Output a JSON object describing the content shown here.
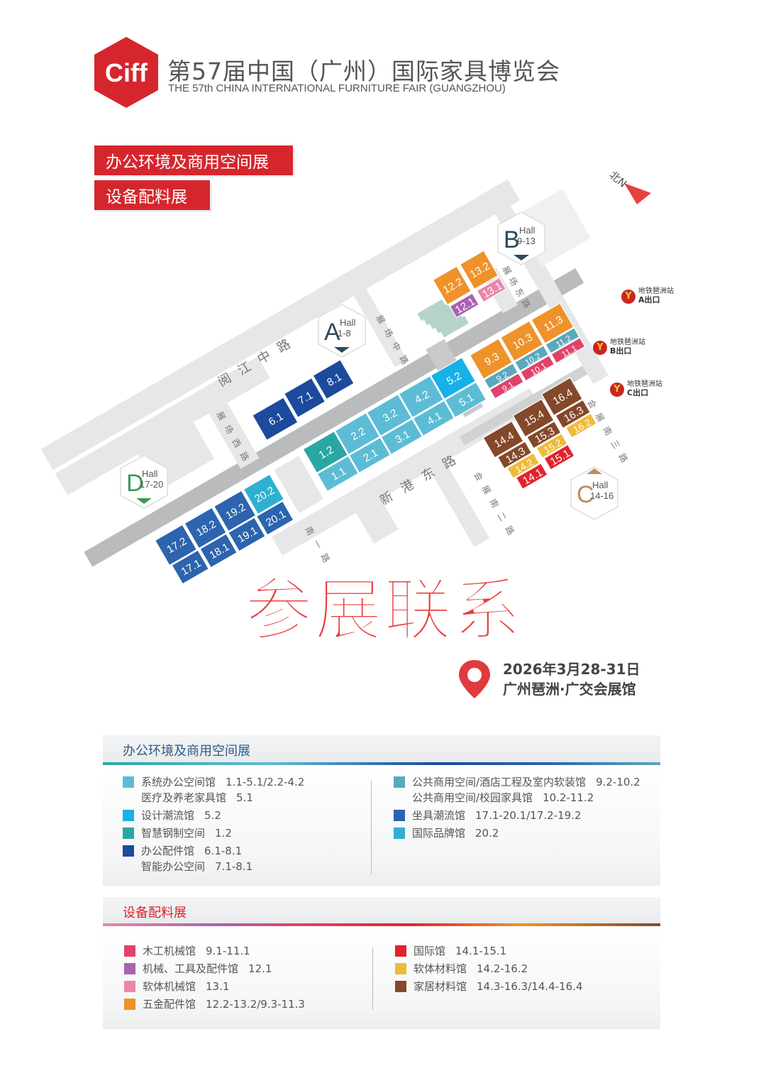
{
  "header": {
    "logo_text": "Ciff",
    "title_cn": "第57届中国（广州）国际家具博览会",
    "title_en": "THE 57th CHINA INTERNATIONAL FURNITURE FAIR (GUANGZHOU)",
    "brand_color": "#d6262d"
  },
  "tags": [
    "办公环境及商用空间展",
    "设备配料展"
  ],
  "map": {
    "north_label": "北N",
    "areas": [
      {
        "letter": "A",
        "hall": "Hall",
        "range": "1-8",
        "color": "#2f4a5c"
      },
      {
        "letter": "B",
        "hall": "Hall",
        "range": "9-13",
        "color": "#2f4a5c"
      },
      {
        "letter": "C",
        "hall": "Hall",
        "range": "14-16",
        "color": "#c08a5a"
      },
      {
        "letter": "D",
        "hall": "Hall",
        "range": "17-20",
        "color": "#3a9a5a"
      }
    ],
    "roads": [
      "阅江中路",
      "展场西路",
      "新港东路",
      "展场中路",
      "展场东路",
      "会展南三路",
      "会展南二路",
      "南一路"
    ],
    "metro": [
      {
        "station": "地铁琶洲站",
        "exit": "A出口"
      },
      {
        "station": "地铁琶洲站",
        "exit": "B出口"
      },
      {
        "station": "地铁琶洲站",
        "exit": "C出口"
      }
    ],
    "halls": [
      {
        "id": "1.1",
        "cat": "system"
      },
      {
        "id": "1.2",
        "cat": "steel"
      },
      {
        "id": "2.1",
        "cat": "system"
      },
      {
        "id": "2.2",
        "cat": "system"
      },
      {
        "id": "3.1",
        "cat": "system"
      },
      {
        "id": "3.2",
        "cat": "system"
      },
      {
        "id": "4.1",
        "cat": "system"
      },
      {
        "id": "4.2",
        "cat": "system"
      },
      {
        "id": "5.1",
        "cat": "system"
      },
      {
        "id": "5.2",
        "cat": "design"
      },
      {
        "id": "6.1",
        "cat": "accessory"
      },
      {
        "id": "7.1",
        "cat": "accessory"
      },
      {
        "id": "8.1",
        "cat": "accessory"
      },
      {
        "id": "9.1",
        "cat": "woodwork"
      },
      {
        "id": "9.2",
        "cat": "public"
      },
      {
        "id": "9.3",
        "cat": "hardware"
      },
      {
        "id": "10.1",
        "cat": "woodwork"
      },
      {
        "id": "10.2",
        "cat": "public"
      },
      {
        "id": "10.3",
        "cat": "hardware"
      },
      {
        "id": "11.1",
        "cat": "woodwork"
      },
      {
        "id": "11.2",
        "cat": "public"
      },
      {
        "id": "11.3",
        "cat": "hardware"
      },
      {
        "id": "12.1",
        "cat": "machinery"
      },
      {
        "id": "12.2",
        "cat": "hardware"
      },
      {
        "id": "13.1",
        "cat": "softmach"
      },
      {
        "id": "13.2",
        "cat": "hardware"
      },
      {
        "id": "14.1",
        "cat": "intl"
      },
      {
        "id": "14.2",
        "cat": "softmat"
      },
      {
        "id": "14.3",
        "cat": "home"
      },
      {
        "id": "14.4",
        "cat": "home"
      },
      {
        "id": "15.1",
        "cat": "intl"
      },
      {
        "id": "15.2",
        "cat": "softmat"
      },
      {
        "id": "15.3",
        "cat": "home"
      },
      {
        "id": "15.4",
        "cat": "home"
      },
      {
        "id": "16.2",
        "cat": "softmat"
      },
      {
        "id": "16.3",
        "cat": "home"
      },
      {
        "id": "16.4",
        "cat": "home"
      },
      {
        "id": "17.1",
        "cat": "seating"
      },
      {
        "id": "17.2",
        "cat": "seating"
      },
      {
        "id": "18.1",
        "cat": "seating"
      },
      {
        "id": "18.2",
        "cat": "seating"
      },
      {
        "id": "19.1",
        "cat": "seating"
      },
      {
        "id": "19.2",
        "cat": "seating"
      },
      {
        "id": "20.1",
        "cat": "seating"
      },
      {
        "id": "20.2",
        "cat": "brand"
      }
    ]
  },
  "watermark": "参展联系",
  "event": {
    "date": "2026年3月28-31日",
    "venue": "广州琶洲·广交会展馆"
  },
  "colors": {
    "system": "#5dbcd5",
    "design": "#16b1e8",
    "steel": "#2aa7a3",
    "accessory": "#1c4a9c",
    "public": "#5aa8bb",
    "seating": "#2c64ae",
    "brand": "#2fb0d2",
    "woodwork": "#e0436a",
    "machinery": "#a862b2",
    "softmach": "#ea86aa",
    "hardware": "#ef922a",
    "intl": "#e2232b",
    "softmat": "#efba3a",
    "home": "#84482a"
  },
  "legend": {
    "office": {
      "title": "办公环境及商用空间展",
      "left": [
        {
          "cat": "system",
          "name": "系统办公空间馆",
          "halls": "1.1-5.1/2.2-4.2",
          "sub": {
            "name": "医疗及养老家具馆",
            "halls": "5.1"
          }
        },
        {
          "cat": "design",
          "name": "设计潮流馆",
          "halls": "5.2"
        },
        {
          "cat": "steel",
          "name": "智慧钢制空间",
          "halls": "1.2"
        },
        {
          "cat": "accessory",
          "name": "办公配件馆",
          "halls": "6.1-8.1",
          "sub": {
            "name": "智能办公空间",
            "halls": "7.1-8.1"
          }
        }
      ],
      "right": [
        {
          "cat": "public",
          "name": "公共商用空间/酒店工程及室内软装馆",
          "halls": "9.2-10.2",
          "sub": {
            "name": "公共商用空间/校园家具馆",
            "halls": "10.2-11.2"
          }
        },
        {
          "cat": "seating",
          "name": "坐具潮流馆",
          "halls": "17.1-20.1/17.2-19.2"
        },
        {
          "cat": "brand",
          "name": "国际品牌馆",
          "halls": "20.2"
        }
      ]
    },
    "equipment": {
      "title": "设备配料展",
      "left": [
        {
          "cat": "woodwork",
          "name": "木工机械馆",
          "halls": "9.1-11.1"
        },
        {
          "cat": "machinery",
          "name": "机械、工具及配件馆",
          "halls": "12.1"
        },
        {
          "cat": "softmach",
          "name": "软体机械馆",
          "halls": "13.1"
        },
        {
          "cat": "hardware",
          "name": "五金配件馆",
          "halls": "12.2-13.2/9.3-11.3"
        }
      ],
      "right": [
        {
          "cat": "intl",
          "name": "国际馆",
          "halls": "14.1-15.1"
        },
        {
          "cat": "softmat",
          "name": "软体材料馆",
          "halls": "14.2-16.2"
        },
        {
          "cat": "home",
          "name": "家居材料馆",
          "halls": "14.3-16.3/14.4-16.4"
        }
      ]
    }
  }
}
